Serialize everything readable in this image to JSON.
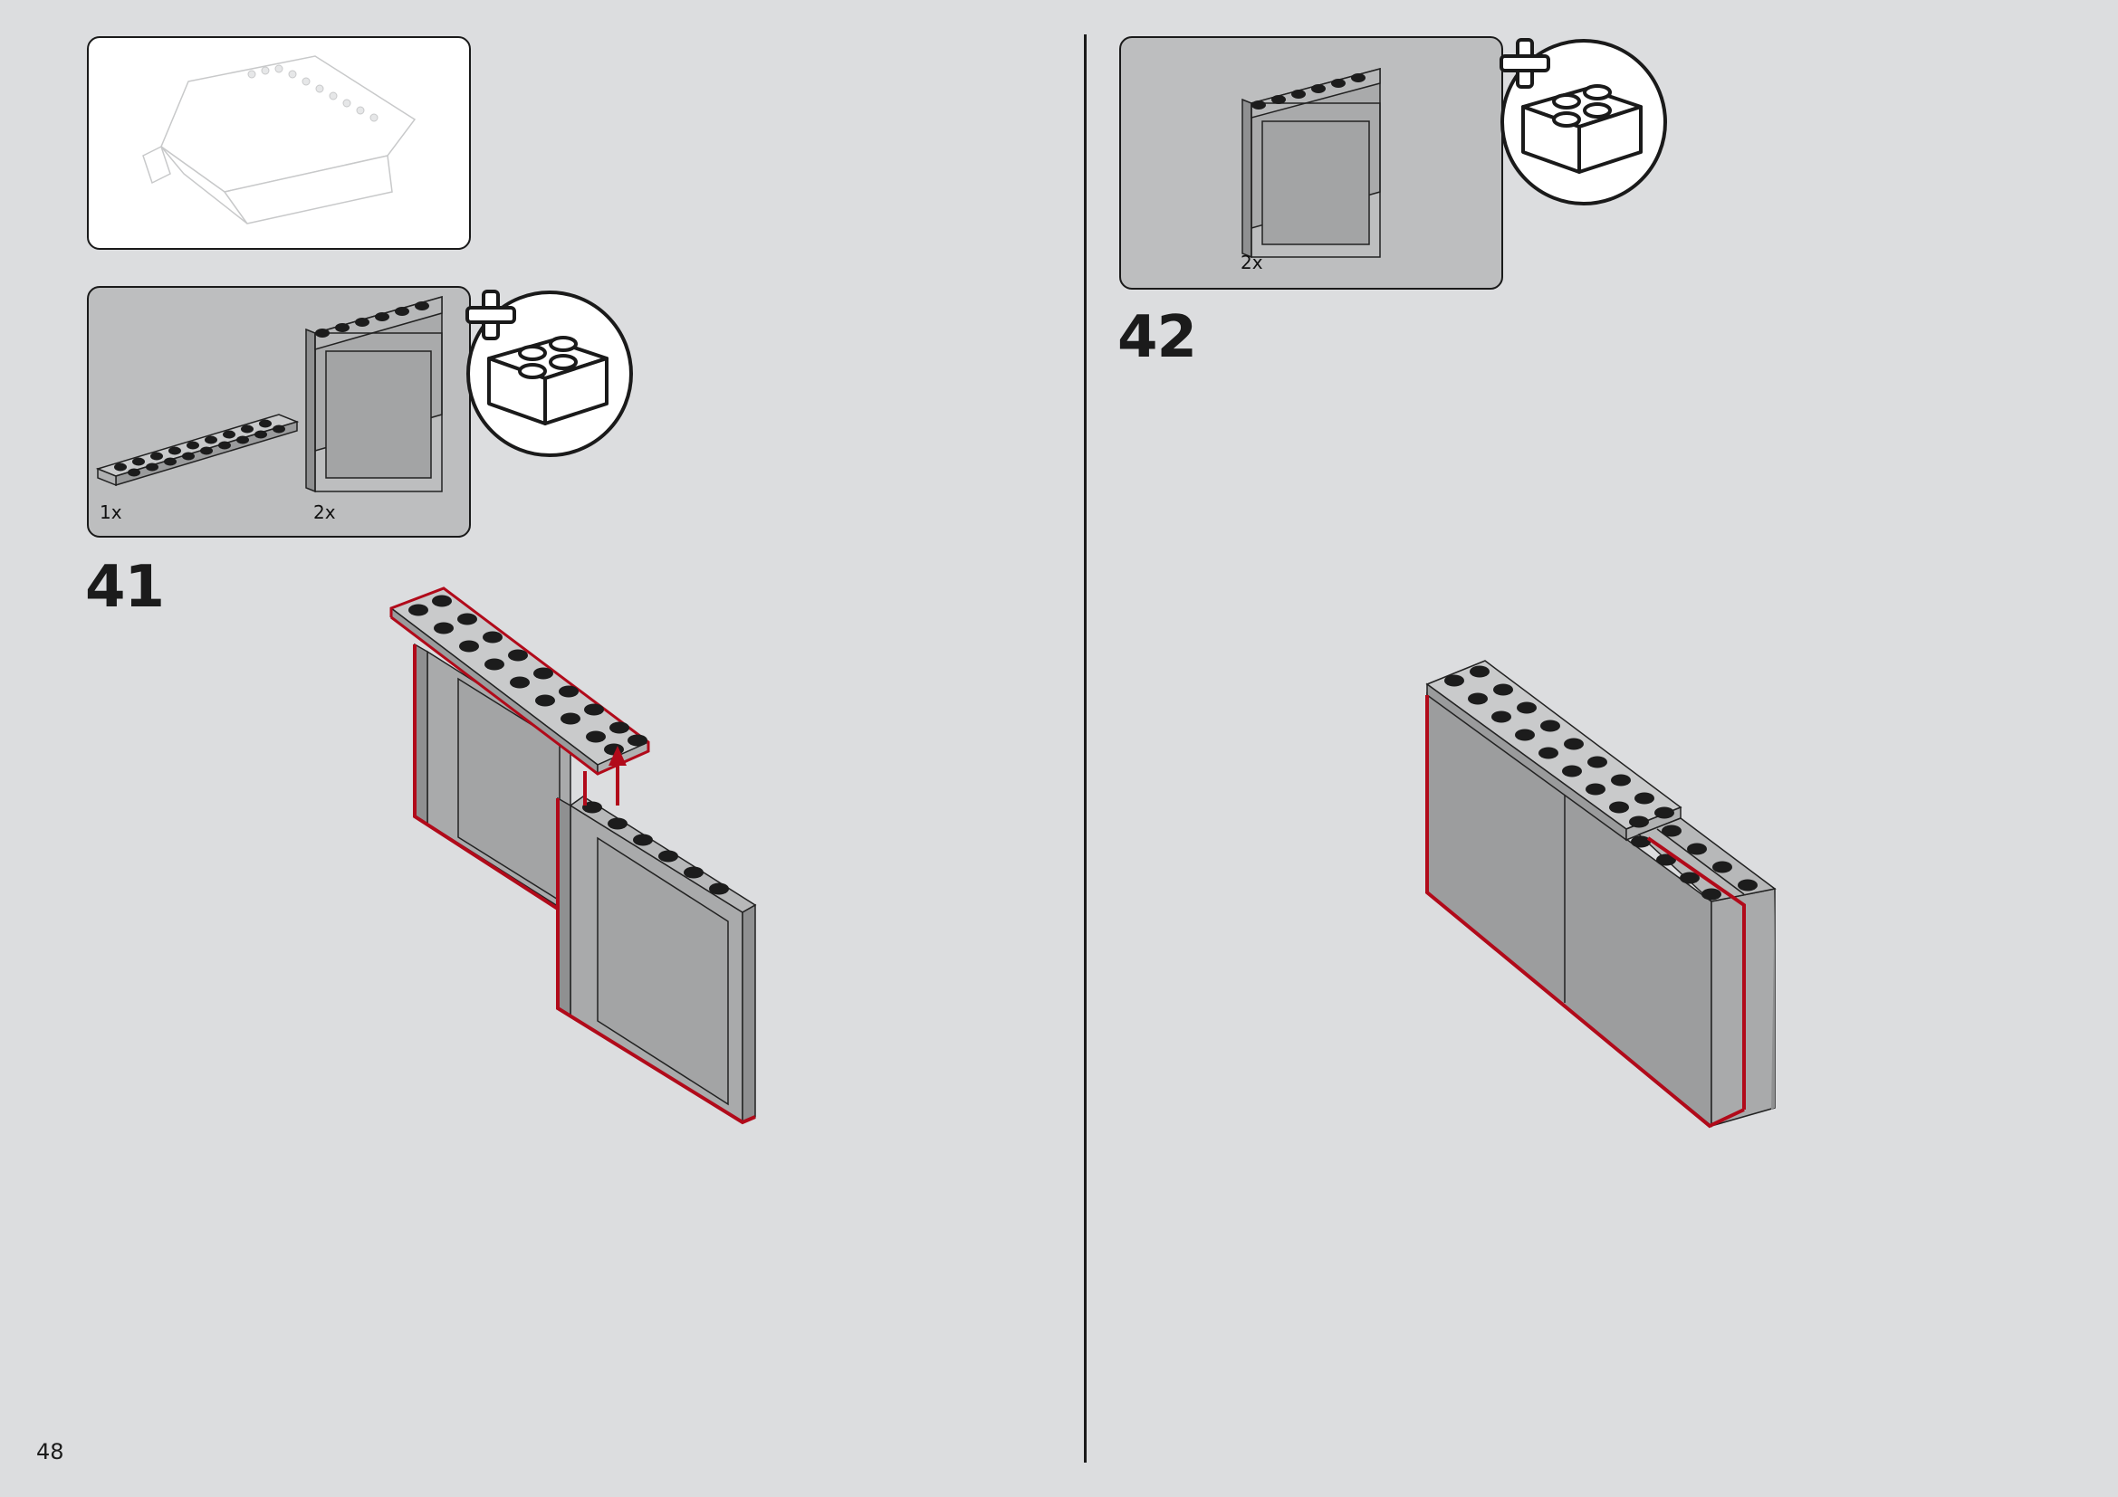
{
  "page": {
    "number": "48"
  },
  "left_page": {
    "step": {
      "number": "41",
      "parts": [
        {
          "name": "plate-2x10",
          "quantity": "1x"
        },
        {
          "name": "panel-1x6x5",
          "quantity": "2x"
        }
      ]
    }
  },
  "right_page": {
    "step": {
      "number": "42",
      "parts": [
        {
          "name": "panel-1x6x5",
          "quantity": "2x"
        }
      ]
    }
  },
  "icons": {
    "add_bricks": "plus-brick-icon"
  },
  "colors": {
    "background": "#dcdddf",
    "panel_grey": "#bdbebf",
    "brick_grey": "#a9aaab",
    "highlight_red": "#b10a1a",
    "stud_black": "#1c1c1c"
  }
}
